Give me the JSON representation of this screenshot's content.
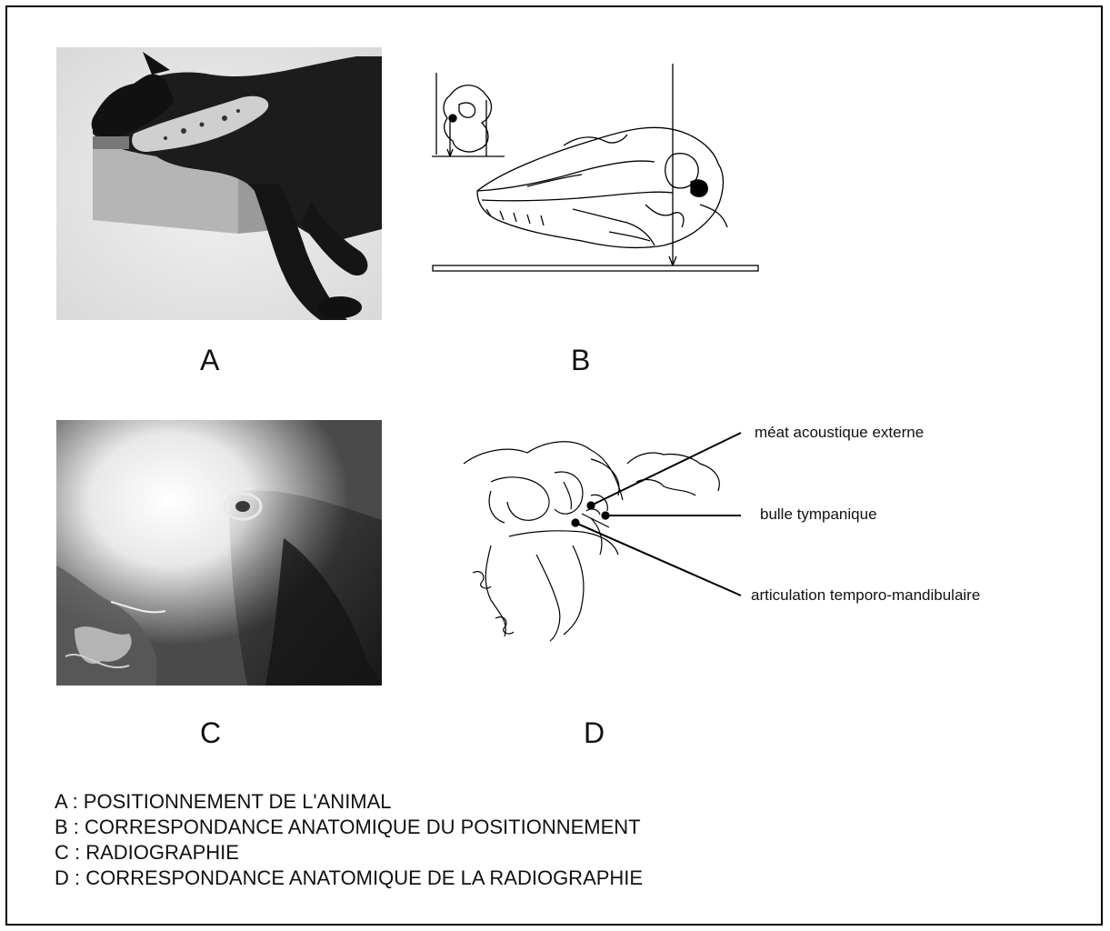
{
  "panels": {
    "a": {
      "letter": "A"
    },
    "b": {
      "letter": "B"
    },
    "c": {
      "letter": "C"
    },
    "d": {
      "letter": "D"
    }
  },
  "annotations": {
    "meat": "méat acoustique externe",
    "bulle": "bulle tympanique",
    "articulation": "articulation temporo-mandibulaire"
  },
  "legend": [
    "A : POSITIONNEMENT DE L'ANIMAL",
    "B : CORRESPONDANCE ANATOMIQUE DU POSITIONNEMENT",
    "C : RADIOGRAPHIE",
    "D : CORRESPONDANCE ANATOMIQUE DE LA RADIOGRAPHIE"
  ],
  "colors": {
    "line": "#000000",
    "photo_dark": "#1a1a1a",
    "xray_bright": "#f4f4f4"
  }
}
